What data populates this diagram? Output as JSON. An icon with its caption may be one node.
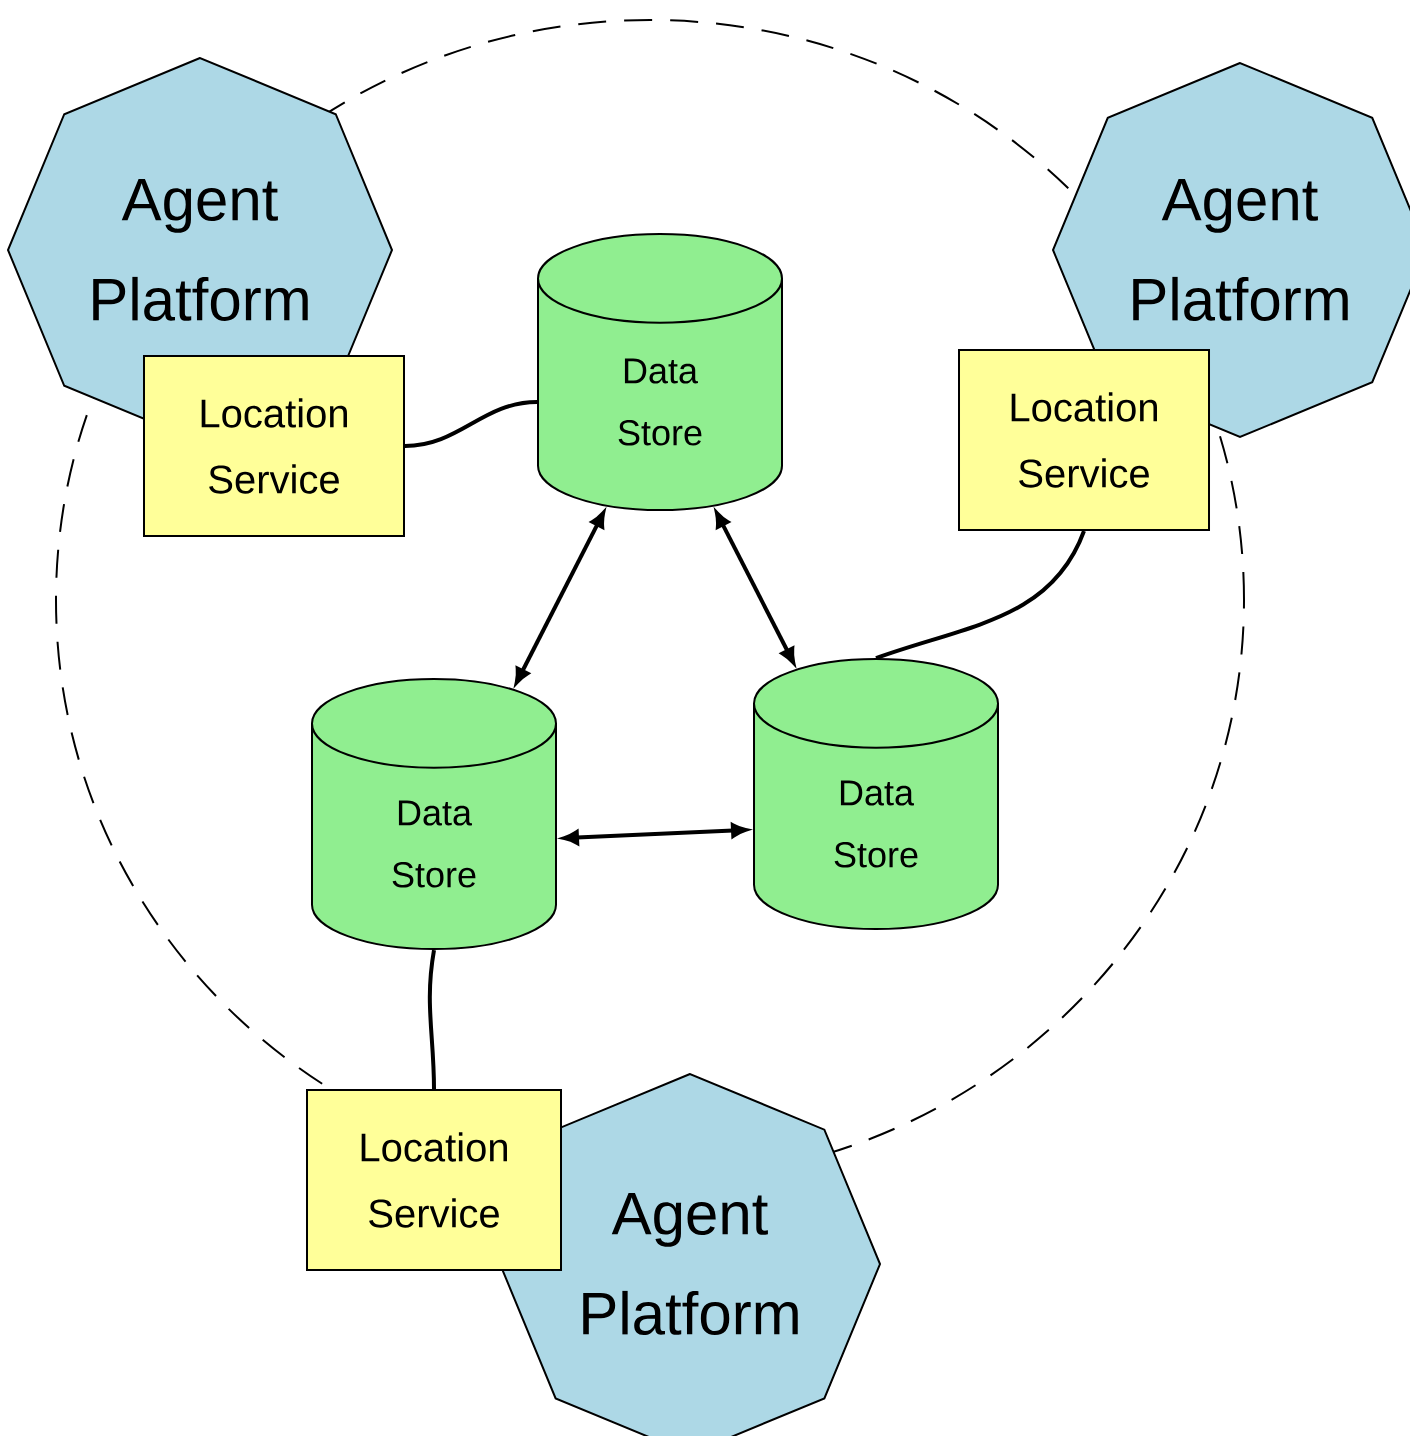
{
  "diagram": {
    "nodes": [
      {
        "text": [
          "Agent Platform"
        ]
      },
      {
        "text": [
          "Location Service"
        ]
      },
      {
        "text": [
          "Agent Platform"
        ]
      },
      {
        "text": [
          "Location Service"
        ]
      },
      {
        "text": [
          "Data Store"
        ]
      },
      {
        "text": [
          "Data Store"
        ]
      },
      {
        "text": [
          "Data Store"
        ]
      },
      {
        "text": [
          "Location Service"
        ]
      },
      {
        "text": [
          "Agent Platform"
        ]
      }
    ],
    "edges": [
      {
        "from": 1,
        "to": 4,
        "arrow": "none"
      },
      {
        "from": 4,
        "to": 5,
        "arrow": "both"
      },
      {
        "from": 4,
        "to": 6,
        "arrow": "both"
      },
      {
        "from": 5,
        "to": 6,
        "arrow": "both"
      },
      {
        "from": 3,
        "to": 6,
        "arrow": "none"
      },
      {
        "from": 5,
        "to": 7,
        "arrow": "none"
      }
    ]
  }
}
